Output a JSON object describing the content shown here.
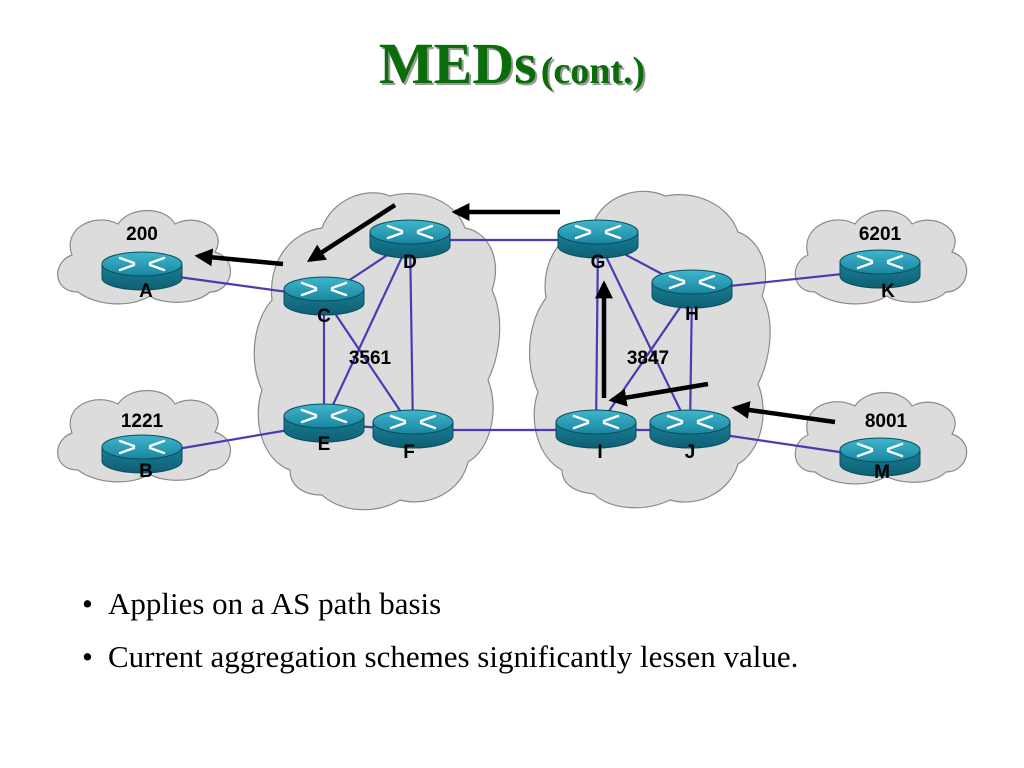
{
  "slide": {
    "title_main": "MEDs",
    "title_sub": "(cont.)"
  },
  "diagram": {
    "autonomous_systems": [
      {
        "id": "as200",
        "number": "200"
      },
      {
        "id": "as1221",
        "number": "1221"
      },
      {
        "id": "as3561",
        "number": "3561"
      },
      {
        "id": "as3847",
        "number": "3847"
      },
      {
        "id": "as6201",
        "number": "6201"
      },
      {
        "id": "as8001",
        "number": "8001"
      }
    ],
    "routers": [
      {
        "id": "A",
        "label": "A"
      },
      {
        "id": "B",
        "label": "B"
      },
      {
        "id": "C",
        "label": "C"
      },
      {
        "id": "D",
        "label": "D"
      },
      {
        "id": "E",
        "label": "E"
      },
      {
        "id": "F",
        "label": "F"
      },
      {
        "id": "G",
        "label": "G"
      },
      {
        "id": "H",
        "label": "H"
      },
      {
        "id": "I",
        "label": "I"
      },
      {
        "id": "J",
        "label": "J"
      },
      {
        "id": "K",
        "label": "K"
      },
      {
        "id": "M",
        "label": "M"
      }
    ],
    "links": [
      [
        "A",
        "C"
      ],
      [
        "B",
        "E"
      ],
      [
        "C",
        "D"
      ],
      [
        "C",
        "E"
      ],
      [
        "C",
        "F"
      ],
      [
        "D",
        "E"
      ],
      [
        "D",
        "F"
      ],
      [
        "E",
        "F"
      ],
      [
        "D",
        "G"
      ],
      [
        "F",
        "I"
      ],
      [
        "G",
        "I"
      ],
      [
        "G",
        "J"
      ],
      [
        "H",
        "I"
      ],
      [
        "H",
        "J"
      ],
      [
        "I",
        "J"
      ],
      [
        "G",
        "H"
      ],
      [
        "H",
        "K"
      ],
      [
        "J",
        "M"
      ]
    ]
  },
  "bullets": [
    "Applies on a AS path basis",
    "Current aggregation schemes significantly lessen value."
  ],
  "colors": {
    "title": "#0a6d0a",
    "router_body": "#1f8fa8",
    "link": "#4a3bb0",
    "cloud_fill": "#dcdcdc",
    "cloud_stroke": "#8a8a8a"
  }
}
